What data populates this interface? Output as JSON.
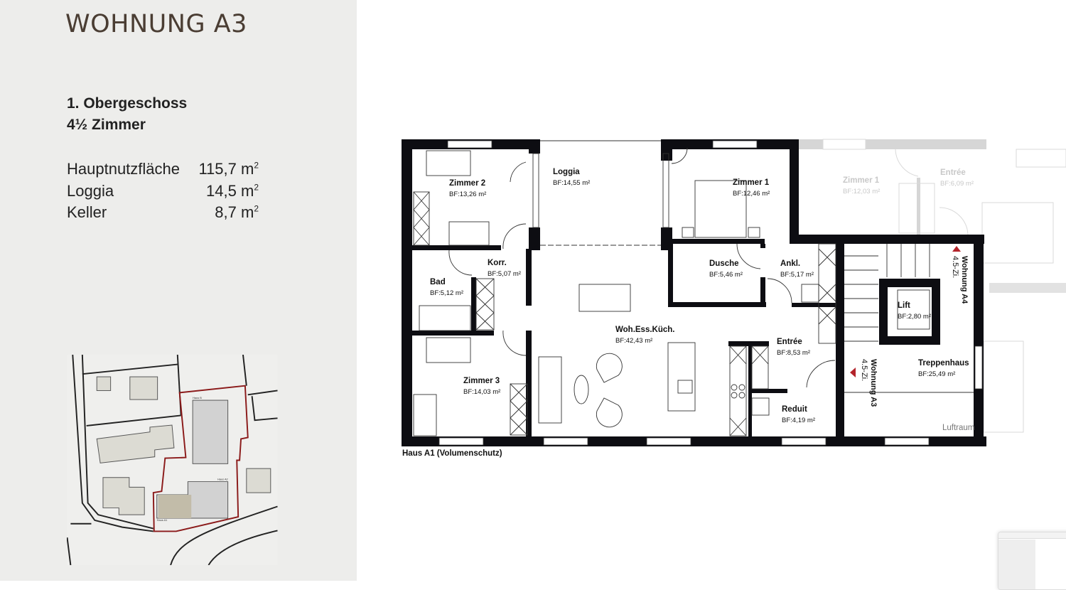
{
  "sidebar": {
    "title": "WOHNUNG A3",
    "floor": "1. Obergeschoss",
    "rooms": "4½ Zimmer",
    "areas": [
      {
        "label": "Hauptnutzfläche",
        "value": "115,7 m",
        "unit_exp": "2"
      },
      {
        "label": "Loggia",
        "value": "14,5 m",
        "unit_exp": "2"
      },
      {
        "label": "Keller",
        "value": "8,7 m",
        "unit_exp": "2"
      }
    ]
  },
  "site_plan": {
    "labels": [
      "Haus B",
      "Haus A2",
      "Haus A1"
    ],
    "boundary_color": "#8b1a1a",
    "highlight_color": "#c2bca9"
  },
  "plan": {
    "rooms": [
      {
        "name": "Zimmer 2",
        "area": "BF:13,26 m²"
      },
      {
        "name": "Loggia",
        "area": "BF:14,55 m²"
      },
      {
        "name": "Zimmer 1",
        "area": "BF:12,46 m²"
      },
      {
        "name": "Korr.",
        "area": "BF:5,07 m²"
      },
      {
        "name": "Bad",
        "area": "BF:5,12 m²"
      },
      {
        "name": "Dusche",
        "area": "BF:5,46 m²"
      },
      {
        "name": "Ankl.",
        "area": "BF:5,17 m²"
      },
      {
        "name": "Woh.Ess.Küch.",
        "area": "BF:42,43 m²"
      },
      {
        "name": "Entrée",
        "area": "BF:8,53 m²"
      },
      {
        "name": "Zimmer 3",
        "area": "BF:14,03 m²"
      },
      {
        "name": "Reduit",
        "area": "BF:4,19 m²"
      },
      {
        "name": "Lift",
        "area": "BF:2,80 m²"
      },
      {
        "name": "Treppenhaus",
        "area": "BF:25,49 m²"
      }
    ],
    "neighbor_rooms": [
      {
        "name": "Zimmer 1",
        "area": "BF:12,03 m²"
      },
      {
        "name": "Entrée",
        "area": "BF:6,09 m²"
      }
    ],
    "entrance_markers": [
      {
        "name": "Wohnung A4",
        "type": "4.5-Zi."
      },
      {
        "name": "Wohnung A3",
        "type": "4.5-Zi."
      }
    ],
    "marker_color": "#b3242b",
    "luftraum": "Luftraum",
    "caption": "Haus A1 (Volumenschutz)"
  }
}
